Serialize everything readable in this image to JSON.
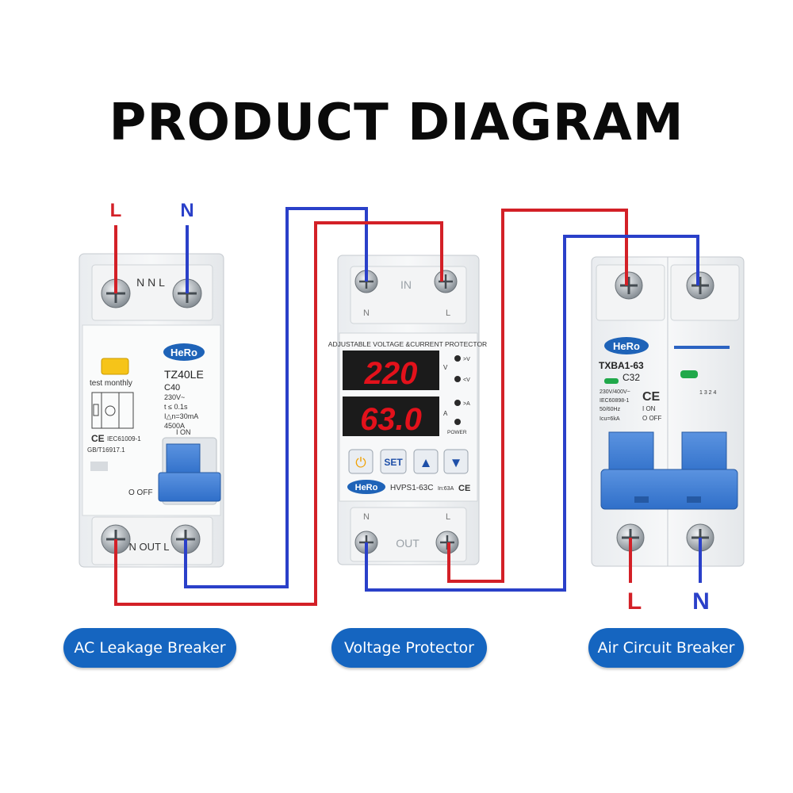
{
  "title": "PRODUCT  DIAGRAM",
  "colors": {
    "live": "#d32027",
    "neutral": "#2a40c9",
    "pill": "#1565c0",
    "display": "#e3111b"
  },
  "input_labels": {
    "live": "L",
    "neutral": "N"
  },
  "output_labels": {
    "live": "L",
    "neutral": "N"
  },
  "devices": [
    {
      "name": "AC Leakage Breaker",
      "brand": "HeRo",
      "top_terminal_label": "N   N   L",
      "bottom_terminal_label": "N OUT L",
      "model": "TZ40LE",
      "rating": "C40",
      "test_label": "test monthly",
      "specs": [
        "230V~",
        "t  ≤ 0.1s",
        "I△n=30mA",
        "4500A"
      ],
      "on_label": "I ON",
      "off_label": "O OFF",
      "standards": [
        "IEC61009-1",
        "GB/T16917.1"
      ],
      "ce": "CE"
    },
    {
      "name": "Voltage Protector",
      "brand": "HeRo",
      "top_label": "IN",
      "bottom_label": "OUT",
      "terminal_left": "N",
      "terminal_right": "L",
      "header": "ADJUSTABLE VOLTAGE &CURRENT PROTECTOR",
      "display_voltage": "220",
      "display_current": "63.0",
      "indicators": [
        ">V",
        "<V",
        ">A",
        "POWER"
      ],
      "unit_v": "V",
      "unit_a": "A",
      "buttons": [
        "⏻",
        "SET",
        "▲",
        "▼"
      ],
      "model": "HVPS1-63C",
      "rating": "In:63A",
      "ce": "CE"
    },
    {
      "name": "Air Circuit Breaker",
      "brand": "HeRo",
      "model": "TXBA1-63",
      "rating": "C32",
      "specs": [
        "230V/400V~",
        "IEC60898-1",
        "50/60Hz",
        "Icu=6kA"
      ],
      "on_label": "I ON",
      "off_label": "O OFF",
      "ce": "CE",
      "pole_marks": "1 3\n2 4"
    }
  ]
}
